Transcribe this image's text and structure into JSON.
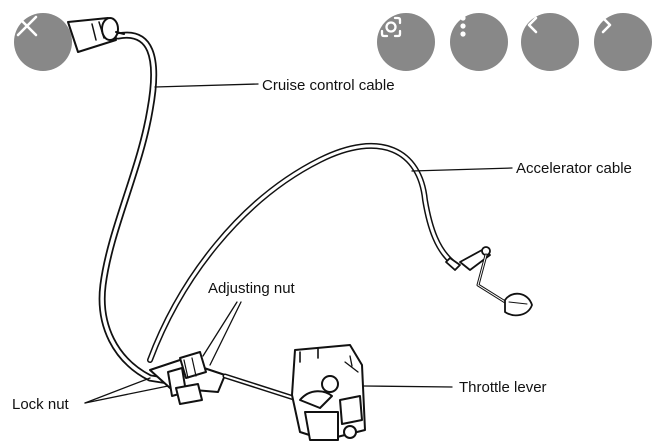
{
  "diagram": {
    "labels": {
      "cruise_control_cable": "Cruise control cable",
      "accelerator_cable": "Accelerator cable",
      "adjusting_nut": "Adjusting nut",
      "lock_nut": "Lock nut",
      "throttle_lever": "Throttle lever"
    }
  },
  "viewer_controls": {
    "close": {
      "icon": "close-icon"
    },
    "lens": {
      "icon": "lens-icon"
    },
    "more": {
      "icon": "more-vert-icon"
    },
    "prev": {
      "icon": "chevron-left-icon"
    },
    "next": {
      "icon": "chevron-right-icon"
    }
  },
  "colors": {
    "overlay_button": "#6e6e6e",
    "ink": "#111111",
    "background": "#ffffff"
  }
}
